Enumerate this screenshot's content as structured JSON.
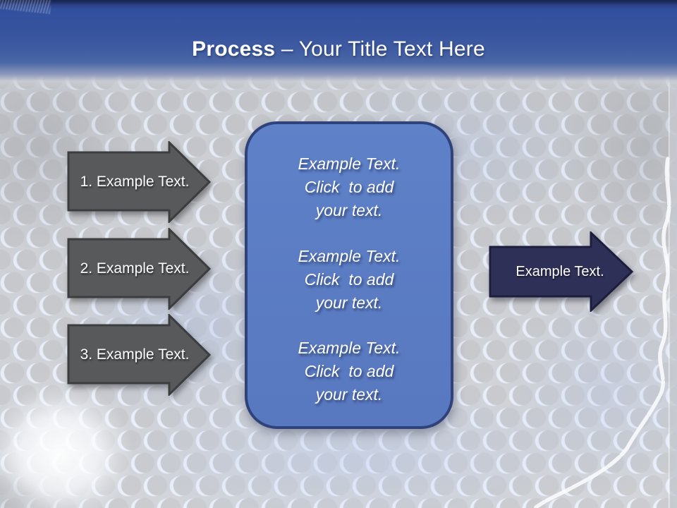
{
  "title": {
    "emphasis": "Process",
    "rest": " – Your Title Text Here"
  },
  "left_arrows": [
    {
      "label": "1. Example Text."
    },
    {
      "label": "2. Example Text."
    },
    {
      "label": "3. Example Text."
    }
  ],
  "center_panel": {
    "blocks": [
      {
        "line1": "Example Text.",
        "line2": "Click  to add",
        "line3": "your text."
      },
      {
        "line1": "Example Text.",
        "line2": "Click  to add",
        "line3": "your text."
      },
      {
        "line1": "Example Text.",
        "line2": "Click  to add",
        "line3": "your text."
      }
    ]
  },
  "right_arrow": {
    "label": "Example Text."
  },
  "colors": {
    "header_blue": "#31509e",
    "header_top_strip": "#16244f",
    "panel_fill": "#5b7dc4",
    "panel_border": "#30427a",
    "gray_arrow_fill": "#58595b",
    "gray_arrow_border": "#3b3d3e",
    "navy_arrow_fill": "#2e3058",
    "navy_arrow_border": "#1d1e3c",
    "background_gray": "#cdd0d5",
    "text_white": "#ffffff"
  }
}
